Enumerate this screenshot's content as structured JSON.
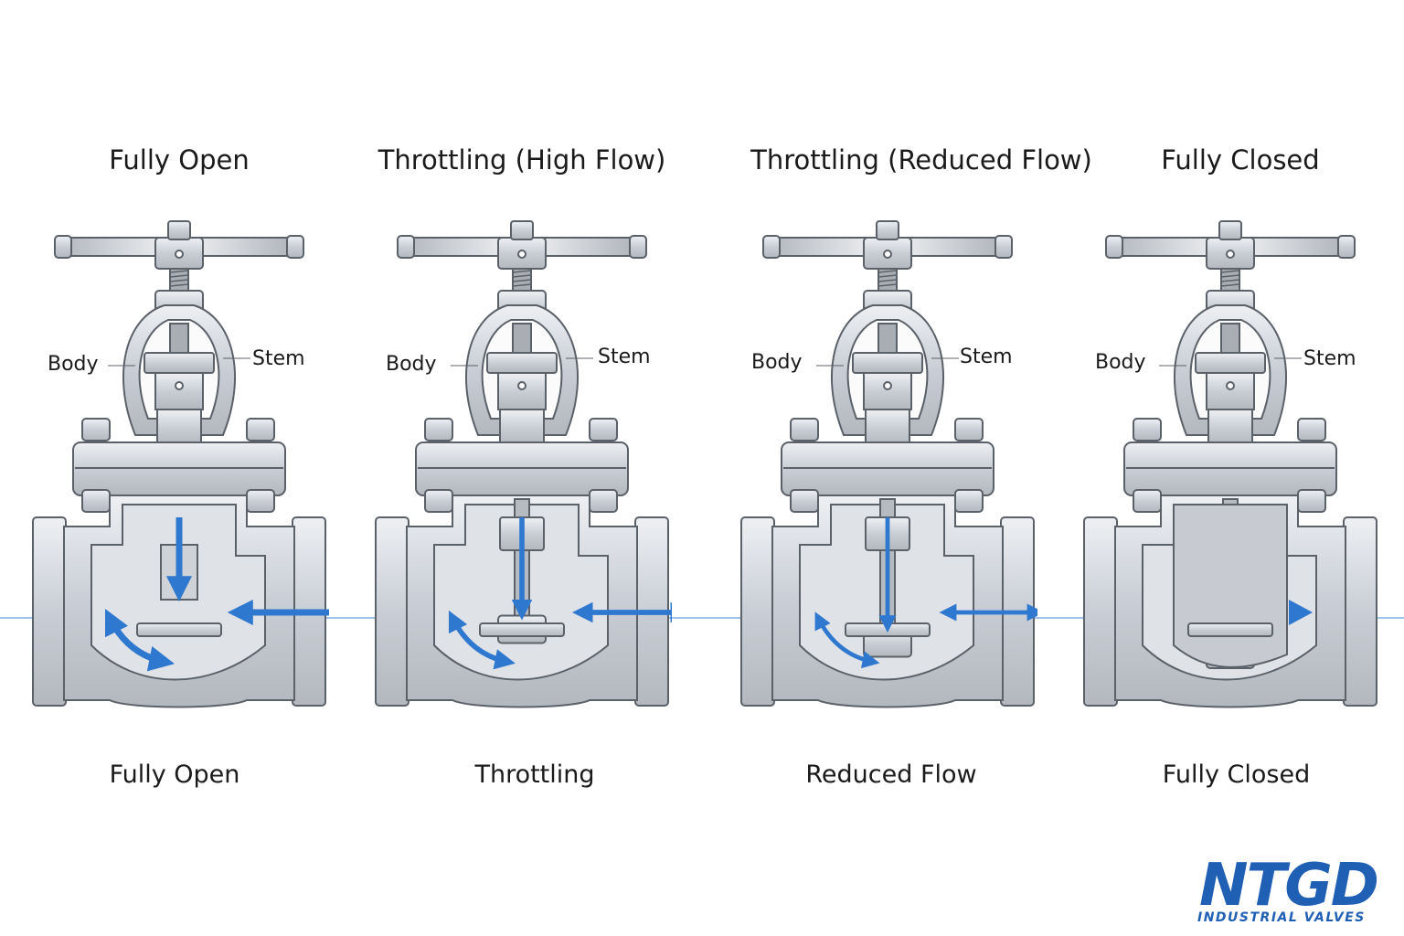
{
  "panels": [
    {
      "title": "Fully Open",
      "caption": "Fully Open",
      "body_label": "Body",
      "stem_label": "Stem",
      "opening": 1.0
    },
    {
      "title": "Throttling (High Flow)",
      "caption": "Throttling",
      "body_label": "Body",
      "stem_label": "Stem",
      "opening": 0.55
    },
    {
      "title": "Throttling (Reduced Flow)",
      "caption": "Reduced Flow",
      "body_label": "Body",
      "stem_label": "Stem",
      "opening": 0.25
    },
    {
      "title": "Fully Closed",
      "caption": "Fully Closed",
      "body_label": "Body",
      "stem_label": "Stem",
      "opening": 0.0
    }
  ],
  "logo": {
    "mark": "NTGD",
    "subtitle": "INDUSTRIAL VALVES"
  },
  "colors": {
    "flow_arrow": "#2f78d0",
    "metal": "#c9ced6",
    "metal_dark": "#8e949c",
    "outline": "#5b6169",
    "logo": "#1f5fb4",
    "logo_accent": "#d8272e"
  }
}
